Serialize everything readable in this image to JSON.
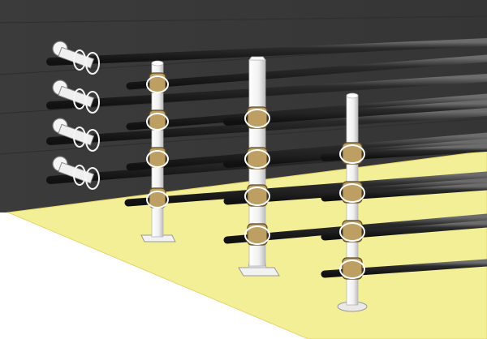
{
  "scene": {
    "colors": {
      "background": "#ffffff",
      "wall": "#3a3a3a",
      "wall_shade": "#333333",
      "floor": "#f3ef97",
      "floor_edge": "#e7d36a",
      "pipe": "#1e1e1e",
      "pipe_highlight": "#6c6c6c",
      "clamp": "#bd9f63",
      "clamp_edge": "#5f4a25",
      "post": "#ffffff",
      "post_shade": "#c9c9c9"
    },
    "components": [
      "wall-brackets",
      "pipe-clamps",
      "support-posts",
      "pipes",
      "base-plates"
    ]
  }
}
